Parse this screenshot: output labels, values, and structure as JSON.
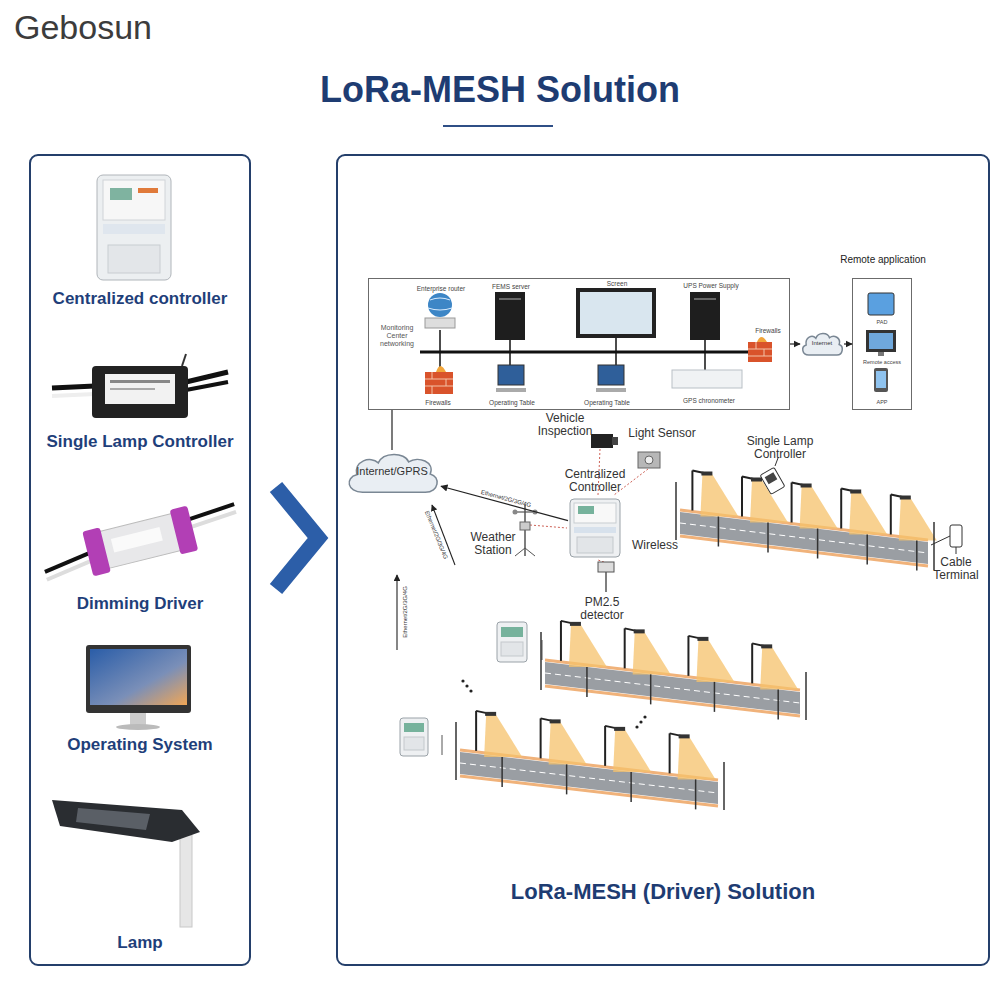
{
  "diagram": {
    "title": "LoRa-MESH Solution",
    "caption": "LoRa-MESH (Driver) Solution",
    "nodes": [
      {
        "text": [
          "Monitoring Center networking",
          "Enterprise router",
          "FEMS server",
          "Screen",
          "UPS Power Supply",
          "Firewalls",
          "Operating Table",
          "Operating Table",
          "GPS chronometer",
          "Firewalls"
        ]
      },
      {
        "text": [
          "Remote application",
          "PAD",
          "Remote access",
          "APP"
        ]
      },
      {
        "text": [
          "Internet"
        ]
      },
      {
        "text": [
          "Internet/GPRS"
        ]
      },
      {
        "text": [
          "Centralized Controller"
        ]
      }
    ],
    "edges": [
      {
        "from": 3,
        "to": 0,
        "arrow": "none"
      },
      {
        "from": 0,
        "to": 2,
        "arrow": "to"
      },
      {
        "from": 2,
        "to": 1,
        "arrow": "to"
      },
      {
        "from": 4,
        "to": 3,
        "label": "Ethernet/2G/3G/4G",
        "arrow": "to"
      }
    ],
    "labels": [
      "Gebosun",
      "Centralized controller",
      "Single Lamp Controller",
      "Dimming Driver",
      "Operating System",
      "Lamp",
      "Vehicle Inspection",
      "Light Sensor",
      "Single Lamp Controller",
      "Weather Station",
      "Wireless",
      "Cable Terminal",
      "PM2.5 detector",
      "Ethernet/2G/3G/4G",
      "Ethernet/2G/3G/4G"
    ]
  }
}
